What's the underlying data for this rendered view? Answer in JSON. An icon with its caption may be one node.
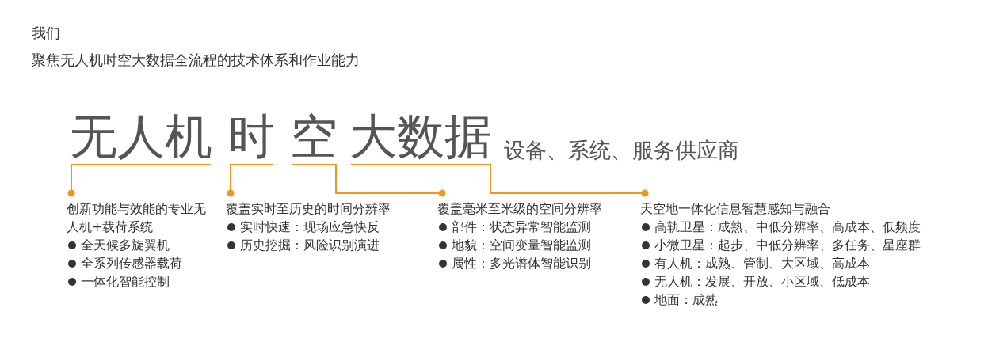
{
  "diagram": {
    "title": "我们",
    "nodes": [
      {
        "text": [
          "无人机"
        ]
      },
      {
        "text": [
          "时"
        ]
      },
      {
        "text": [
          "空"
        ]
      },
      {
        "text": [
          "大数据"
        ]
      },
      {
        "text": [
          "创新功能与效能的专业无人机+载荷系统",
          "全天候多旋翼机",
          "全系列传感器载荷",
          "一体化智能控制"
        ]
      },
      {
        "text": [
          "覆盖实时至历史的时间分辨率",
          "实时快速：现场应急快反",
          "历史挖掘：风险识别演进"
        ]
      },
      {
        "text": [
          "覆盖毫米至米级的空间分辨率",
          "部件：状态异常智能监测",
          "地貌：空间变量智能监测",
          "属性：多光谱体智能识别"
        ]
      },
      {
        "text": [
          "天空地一体化信息智慧感知与融合",
          "高轨卫星：成熟、中低分辨率、高成本、低频度",
          "小微卫星：起步、中低分辨率、多任务、星座群",
          "有人机：成熟、管制、大区域、高成本",
          "无人机：发展、开放、小区域、低成本",
          "地面：成熟"
        ]
      }
    ],
    "edges": [
      {
        "from": 0,
        "to": 4,
        "arrow": "other",
        "color": "#f0961e"
      },
      {
        "from": 1,
        "to": 5,
        "arrow": "other",
        "color": "#f0961e"
      },
      {
        "from": 2,
        "to": 6,
        "arrow": "other",
        "color": "#f0961e"
      },
      {
        "from": 3,
        "to": 7,
        "arrow": "other",
        "color": "#f0961e"
      }
    ],
    "labels": [
      "聚焦无人机时空大数据全流程的技术体系和作业能力",
      "设备、系统、服务供应商"
    ]
  }
}
